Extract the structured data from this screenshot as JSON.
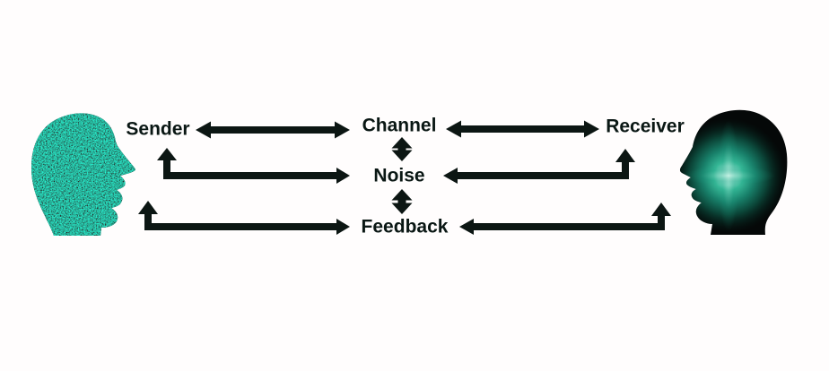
{
  "background_color": "#fffdfd",
  "diagram": {
    "type": "communication-process",
    "labels": {
      "sender": "Sender",
      "channel": "Channel",
      "receiver": "Receiver",
      "noise": "Noise",
      "feedback": "Feedback"
    },
    "edges": [
      {
        "from": "sender",
        "to": "channel",
        "style": "straight-horizontal",
        "direction": "bidirectional"
      },
      {
        "from": "channel",
        "to": "receiver",
        "style": "straight-horizontal",
        "direction": "bidirectional"
      },
      {
        "from": "channel",
        "to": "noise",
        "style": "straight-vertical",
        "direction": "bidirectional"
      },
      {
        "from": "noise",
        "to": "feedback",
        "style": "straight-vertical",
        "direction": "bidirectional"
      },
      {
        "from": "sender-head",
        "to": "noise",
        "style": "elbow",
        "direction": "bidirectional"
      },
      {
        "from": "noise",
        "to": "receiver-head",
        "style": "elbow",
        "direction": "bidirectional"
      },
      {
        "from": "sender-head",
        "to": "feedback",
        "style": "elbow",
        "direction": "bidirectional"
      },
      {
        "from": "feedback",
        "to": "receiver-head",
        "style": "elbow",
        "direction": "bidirectional"
      }
    ],
    "colors": {
      "arrow": "#0c1613",
      "label_text": "#0a1714",
      "sender_head_base": "#000000",
      "sender_head_speckle": "#1d7a5e",
      "receiver_head": "#050808",
      "receiver_glow_core": "#e6fbf4",
      "receiver_glow_mid": "#23a286",
      "background": "#fffdfd"
    }
  }
}
